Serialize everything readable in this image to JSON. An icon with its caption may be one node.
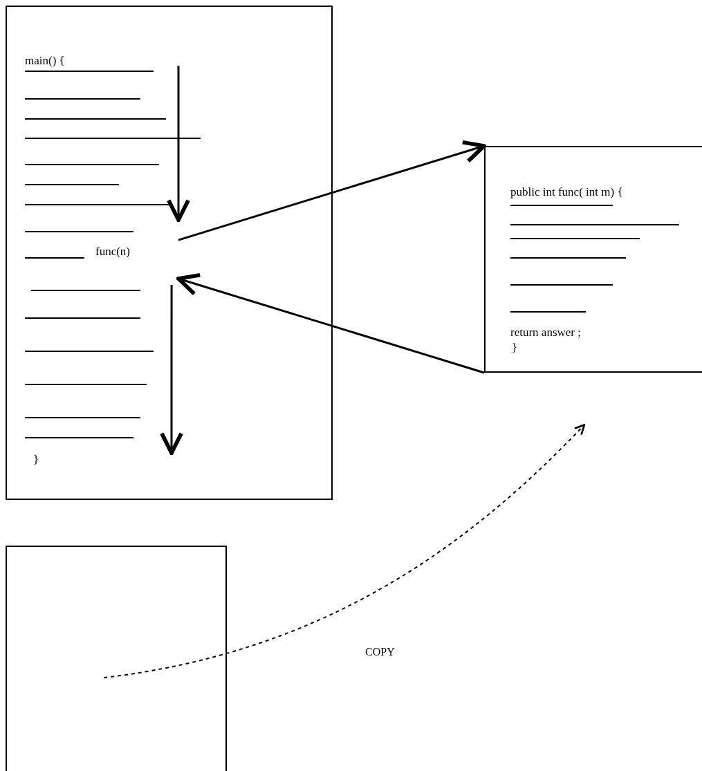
{
  "diagram": {
    "nodes": [
      {
        "text": [
          "main() {",
          "}"
        ]
      },
      {
        "text": [
          "func(n)"
        ],
        "in": 0
      },
      {
        "text": [
          "public int func( int m) {",
          "return answer ;",
          "}"
        ]
      },
      {
        "text": [],
        "shape": "box"
      }
    ],
    "edges": [
      {
        "from": null,
        "to": 1,
        "arrow": "to"
      },
      {
        "from": 1,
        "to": null,
        "arrow": "to"
      },
      {
        "from": 1,
        "to": 2,
        "arrow": "to"
      },
      {
        "from": 2,
        "to": 1,
        "arrow": "to"
      },
      {
        "from": 3,
        "to": 2,
        "arrow": "to",
        "style": "dashed",
        "label": "COPY"
      }
    ]
  }
}
